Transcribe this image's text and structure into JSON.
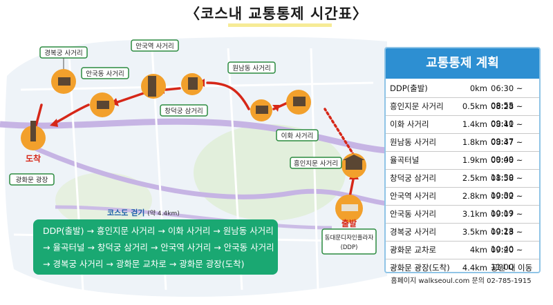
{
  "title": "〈코스내 교통통제 시간표〉",
  "table": {
    "heading": "교통통제 계획",
    "rows": [
      {
        "name": "DDP(출발)",
        "dist": "0km",
        "time": "06:30 ~ 08:55"
      },
      {
        "name": "흥인지문 사거리",
        "dist": "0.5km",
        "time": "08:28 ~ 09:10"
      },
      {
        "name": "이화 사거리",
        "dist": "1.4km",
        "time": "08:41 ~ 09:37"
      },
      {
        "name": "원남동 사거리",
        "dist": "1.8km",
        "time": "08:47 ~ 09:49"
      },
      {
        "name": "율곡터널",
        "dist": "1.9km",
        "time": "00:00 ~ 11:30"
      },
      {
        "name": "창덕궁 삼거리",
        "dist": "2.5km",
        "time": "08:58 ~ 10:30"
      },
      {
        "name": "안국역 사거리",
        "dist": "2.8km",
        "time": "09:02 ~ 10:19"
      },
      {
        "name": "안국동 사거리",
        "dist": "3.1km",
        "time": "09:07 ~ 10:28"
      },
      {
        "name": "경복궁 사거리",
        "dist": "3.5km",
        "time": "09:13 ~ 10:40"
      },
      {
        "name": "광화문 교차로",
        "dist": "4km",
        "time": "09:20 ~ 11:00"
      },
      {
        "name": "광화문 광장(도착)",
        "dist": "4.4km",
        "time": "공원 내 이동"
      }
    ]
  },
  "contact": "홈페이지 walkseoul.com  문의 02-785-1915",
  "map_labels": {
    "gyeongbok": "경복궁 사거리",
    "anguk_station": "안국역 사거리",
    "angukdong": "안국동 사거리",
    "changdeok": "창덕궁 삼거리",
    "wonnam": "원남동 사거리",
    "ihwa": "이화 사거리",
    "heunginjimun": "흥인지문 사거리",
    "gwanghwamun_square": "광화문 광장",
    "arrival": "도착",
    "departure": "출발",
    "ddp": "동대문디자인플라자",
    "ddp2": "(DDP)"
  },
  "course": {
    "title": "코스도 걷기",
    "subtitle": "(약 4.4km)",
    "lines": [
      "DDP(출발) → 흥인지문 사거리 → 이화 사거리 → 원남동 사거리",
      "→ 율곡터널 → 창덕궁 삼거리 → 안국역 사거리 → 안국동 사거리",
      "→ 경복궁 사거리 → 광화문 교차로 → 광화문 광장(도착)"
    ]
  },
  "colors": {
    "route": "#d62718",
    "table_head": "#2d8fd2",
    "course_box": "#1aa872",
    "road": "#b9a8d8"
  }
}
